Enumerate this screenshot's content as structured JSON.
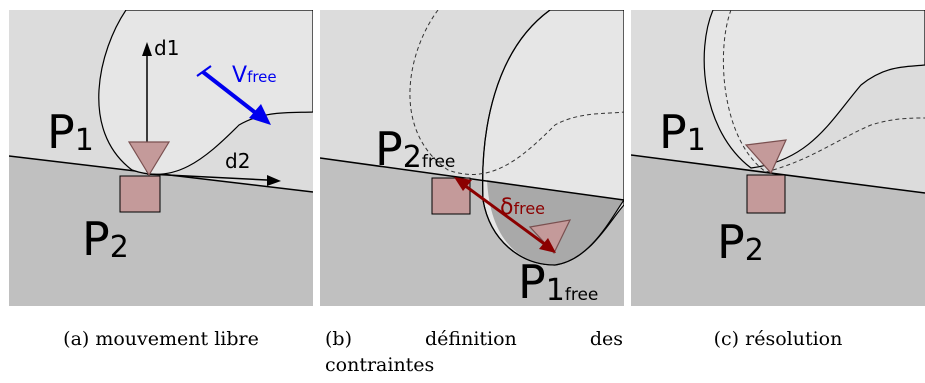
{
  "panels": [
    {
      "caption": "(a) mouvement libre",
      "labels": {
        "d1": "d1",
        "d2": "d2",
        "v": "V",
        "v_sub": "free",
        "p1": "P",
        "p1_sub": "1",
        "p2": "P",
        "p2_sub": "2"
      }
    },
    {
      "caption_line1": [
        "(b)",
        "définition",
        "des"
      ],
      "caption_line2": "contraintes",
      "labels": {
        "p2": "P",
        "p2_sub": "2",
        "p2_sub2": "free",
        "delta": "δ",
        "delta_sub": "free",
        "p1": "P",
        "p1_sub": "1",
        "p1_sub2": "free"
      }
    },
    {
      "caption": "(c) résolution",
      "labels": {
        "p1": "P",
        "p1_sub": "1",
        "p2": "P",
        "p2_sub": "2"
      }
    }
  ],
  "colors": {
    "upper_region": "#dcdcdc",
    "lower_region": "#c0c0c0",
    "overlap_region": "#a9a9a9",
    "marker_fill": "#c49a9a",
    "marker_stroke": "#7a5050",
    "velocity_arrow": "#0000ee",
    "delta_arrow": "#8b0000"
  }
}
